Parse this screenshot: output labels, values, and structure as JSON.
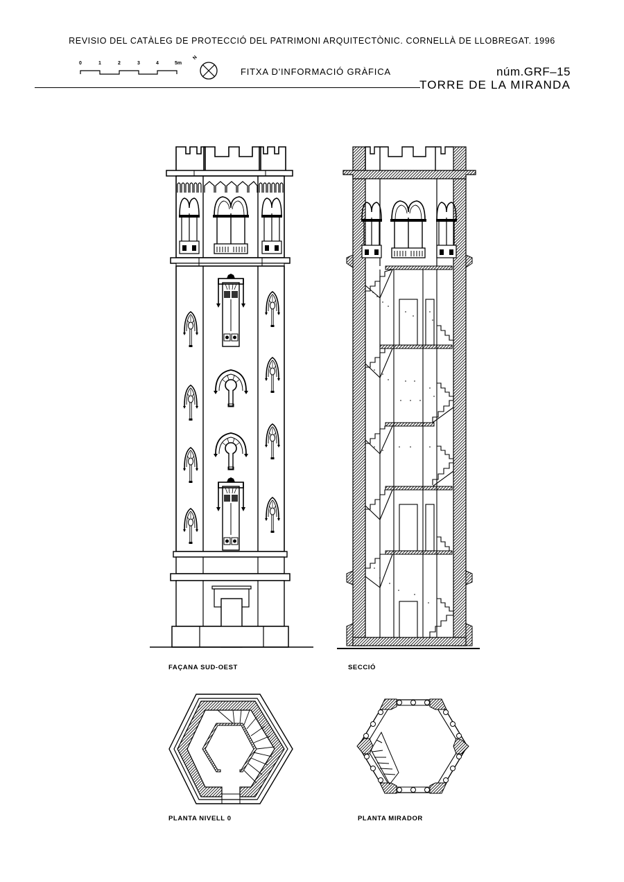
{
  "header": {
    "catalog_title": "REVISIO DEL CATÀLEG DE PROTECCIÓ DEL PATRIMONI ARQUITECTÒNIC. CORNELLÀ DE LLOBREGAT. 1996",
    "sheet_type": "FITXA D'INFORMACIÓ GRÀFICA",
    "sheet_number": "núm.GRF–15",
    "building_name": "TORRE DE LA MIRANDA"
  },
  "scale_bar": {
    "ticks": [
      "0",
      "1",
      "2",
      "3",
      "4",
      "5m"
    ],
    "unit": "m"
  },
  "north_arrow": {
    "label": "N",
    "icon": "north-arrow-circle-icon"
  },
  "drawings": [
    {
      "id": "facade",
      "label": "FAÇANA SUD-OEST",
      "type": "elevation"
    },
    {
      "id": "section",
      "label": "SECCIÓ",
      "type": "section"
    },
    {
      "id": "plan-ground",
      "label": "PLANTA NIVELL 0",
      "type": "plan"
    },
    {
      "id": "plan-mirador",
      "label": "PLANTA MIRADOR",
      "type": "plan"
    }
  ],
  "colors": {
    "ink": "#000000",
    "paper": "#ffffff",
    "hatch": "#3a3a3a"
  }
}
